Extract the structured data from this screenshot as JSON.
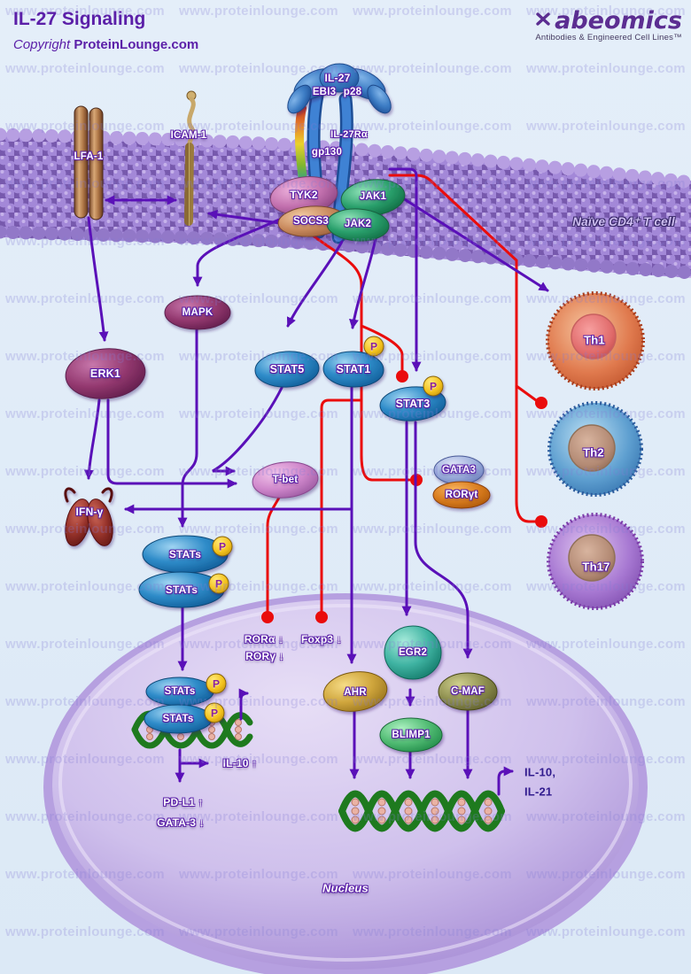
{
  "title": "IL-27 Signaling",
  "copyright": {
    "prefix": "Copyright",
    "site": "ProteinLounge.com"
  },
  "logo": {
    "name": "abeomics",
    "tagline": "Antibodies & Engineered Cell Lines™"
  },
  "watermark": "www.proteinlounge.com",
  "membrane": {
    "cell_label": "Naïve CD4⁺ T cell"
  },
  "receptor": {
    "il27": "IL-27",
    "ebi3": "EBI3",
    "p28": "p28",
    "il27ra": "IL-27Rα",
    "gp130": "gp130"
  },
  "nodes": {
    "lfa1": "LFA-1",
    "icam1": "ICAM-1",
    "tyk2": "TYK2",
    "socs3": "SOCS3",
    "jak1": "JAK1",
    "jak2": "JAK2",
    "mapk": "MAPK",
    "erk1": "ERK1",
    "stat5": "STAT5",
    "stat1": "STAT1",
    "stat3": "STAT3",
    "tbet": "T-bet",
    "gata3": "GATA3",
    "rorgt": "RORγt",
    "ifng": "IFN-γ",
    "stats": "STATs",
    "egr2": "EGR2",
    "ahr": "AHR",
    "cmaf": "C-MAF",
    "blimp1": "BLIMP1"
  },
  "phospho": "P",
  "cells": {
    "th1": "Th1",
    "th2": "Th2",
    "th17": "Th17"
  },
  "nucleus_label": "Nucleus",
  "annotations": {
    "ror_a": "RORα ↓",
    "ror_g": "RORγ ↓",
    "foxp3": "Foxp3 ↓",
    "il10_up": "IL-10 ↑",
    "pdl1_up": "PD-L1 ↑",
    "gata3_down": "GATA-3 ↓",
    "il10_out": "IL-10,",
    "il21_out": "IL-21"
  },
  "colors": {
    "accent_purple": "#5b1fa8",
    "arrow_purple": "#5a10b8",
    "inhibit_red": "#ea0c0c",
    "background": "#dfeaf6"
  }
}
